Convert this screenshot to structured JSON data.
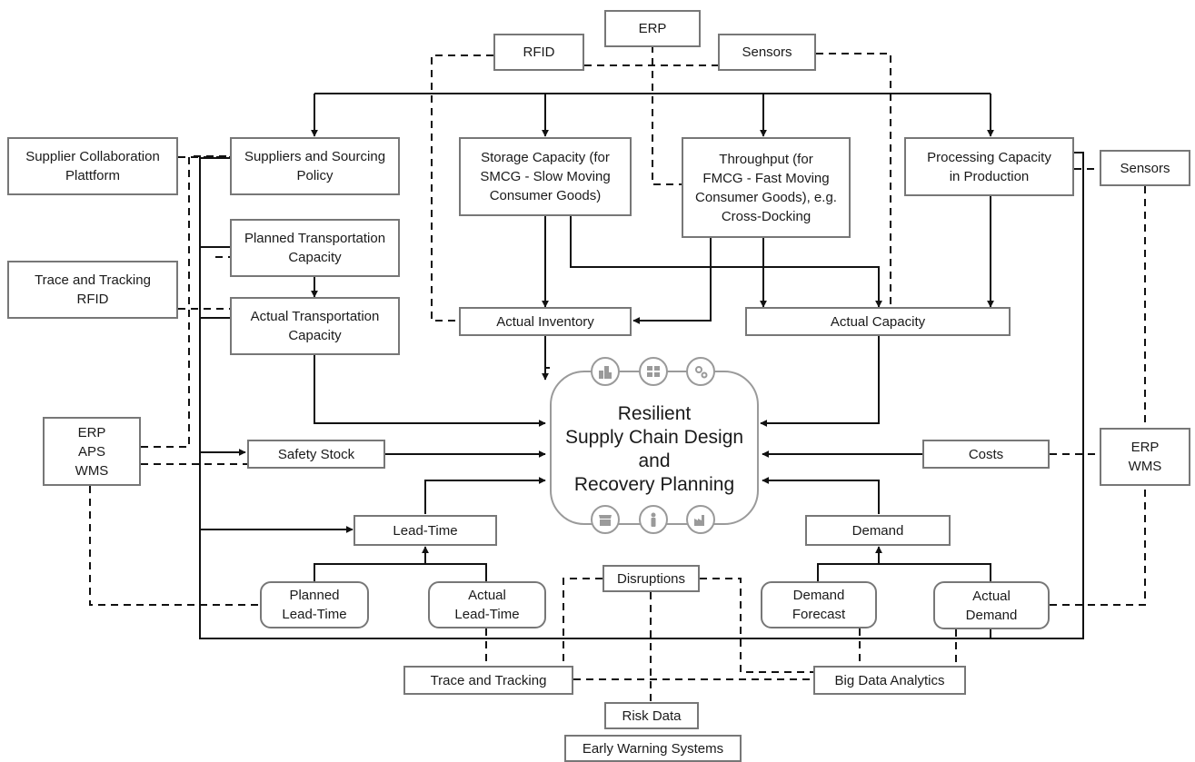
{
  "diagram": {
    "center": {
      "label": "Resilient\nSupply Chain Design\nand\nRecovery Planning",
      "icons": [
        "buildings-icon",
        "warehouse-icon",
        "gears-icon",
        "store-icon",
        "person-icon",
        "factory-icon"
      ]
    },
    "nodes": {
      "erp_top": "ERP",
      "rfid_top": "RFID",
      "sensors_top": "Sensors",
      "supplier_collab": "Supplier Collaboration\nPlattform",
      "suppliers_sourcing": "Suppliers and Sourcing\nPolicy",
      "storage_capacity": "Storage Capacity (for\nSMCG - Slow Moving\nConsumer Goods)",
      "throughput": "Throughput (for\nFMCG - Fast Moving\nConsumer Goods), e.g.\nCross-Docking",
      "processing_capacity": "Processing Capacity\nin Production",
      "sensors_right": "Sensors",
      "planned_transport": "Planned Transportation\nCapacity",
      "trace_tracking_rfid": "Trace and Tracking\nRFID",
      "actual_transport": "Actual Transportation\nCapacity",
      "actual_inventory": "Actual Inventory",
      "actual_capacity": "Actual Capacity",
      "erp_aps_wms": "ERP\nAPS\nWMS",
      "safety_stock": "Safety Stock",
      "costs": "Costs",
      "erp_wms": "ERP\nWMS",
      "lead_time": "Lead-Time",
      "demand": "Demand",
      "disruptions": "Disruptions",
      "planned_lead_time": "Planned\nLead-Time",
      "actual_lead_time": "Actual\nLead-Time",
      "demand_forecast": "Demand\nForecast",
      "actual_demand": "Actual\nDemand",
      "trace_tracking": "Trace and Tracking",
      "big_data": "Big Data Analytics",
      "risk_data": "Risk Data",
      "early_warning": "Early Warning Systems"
    }
  }
}
